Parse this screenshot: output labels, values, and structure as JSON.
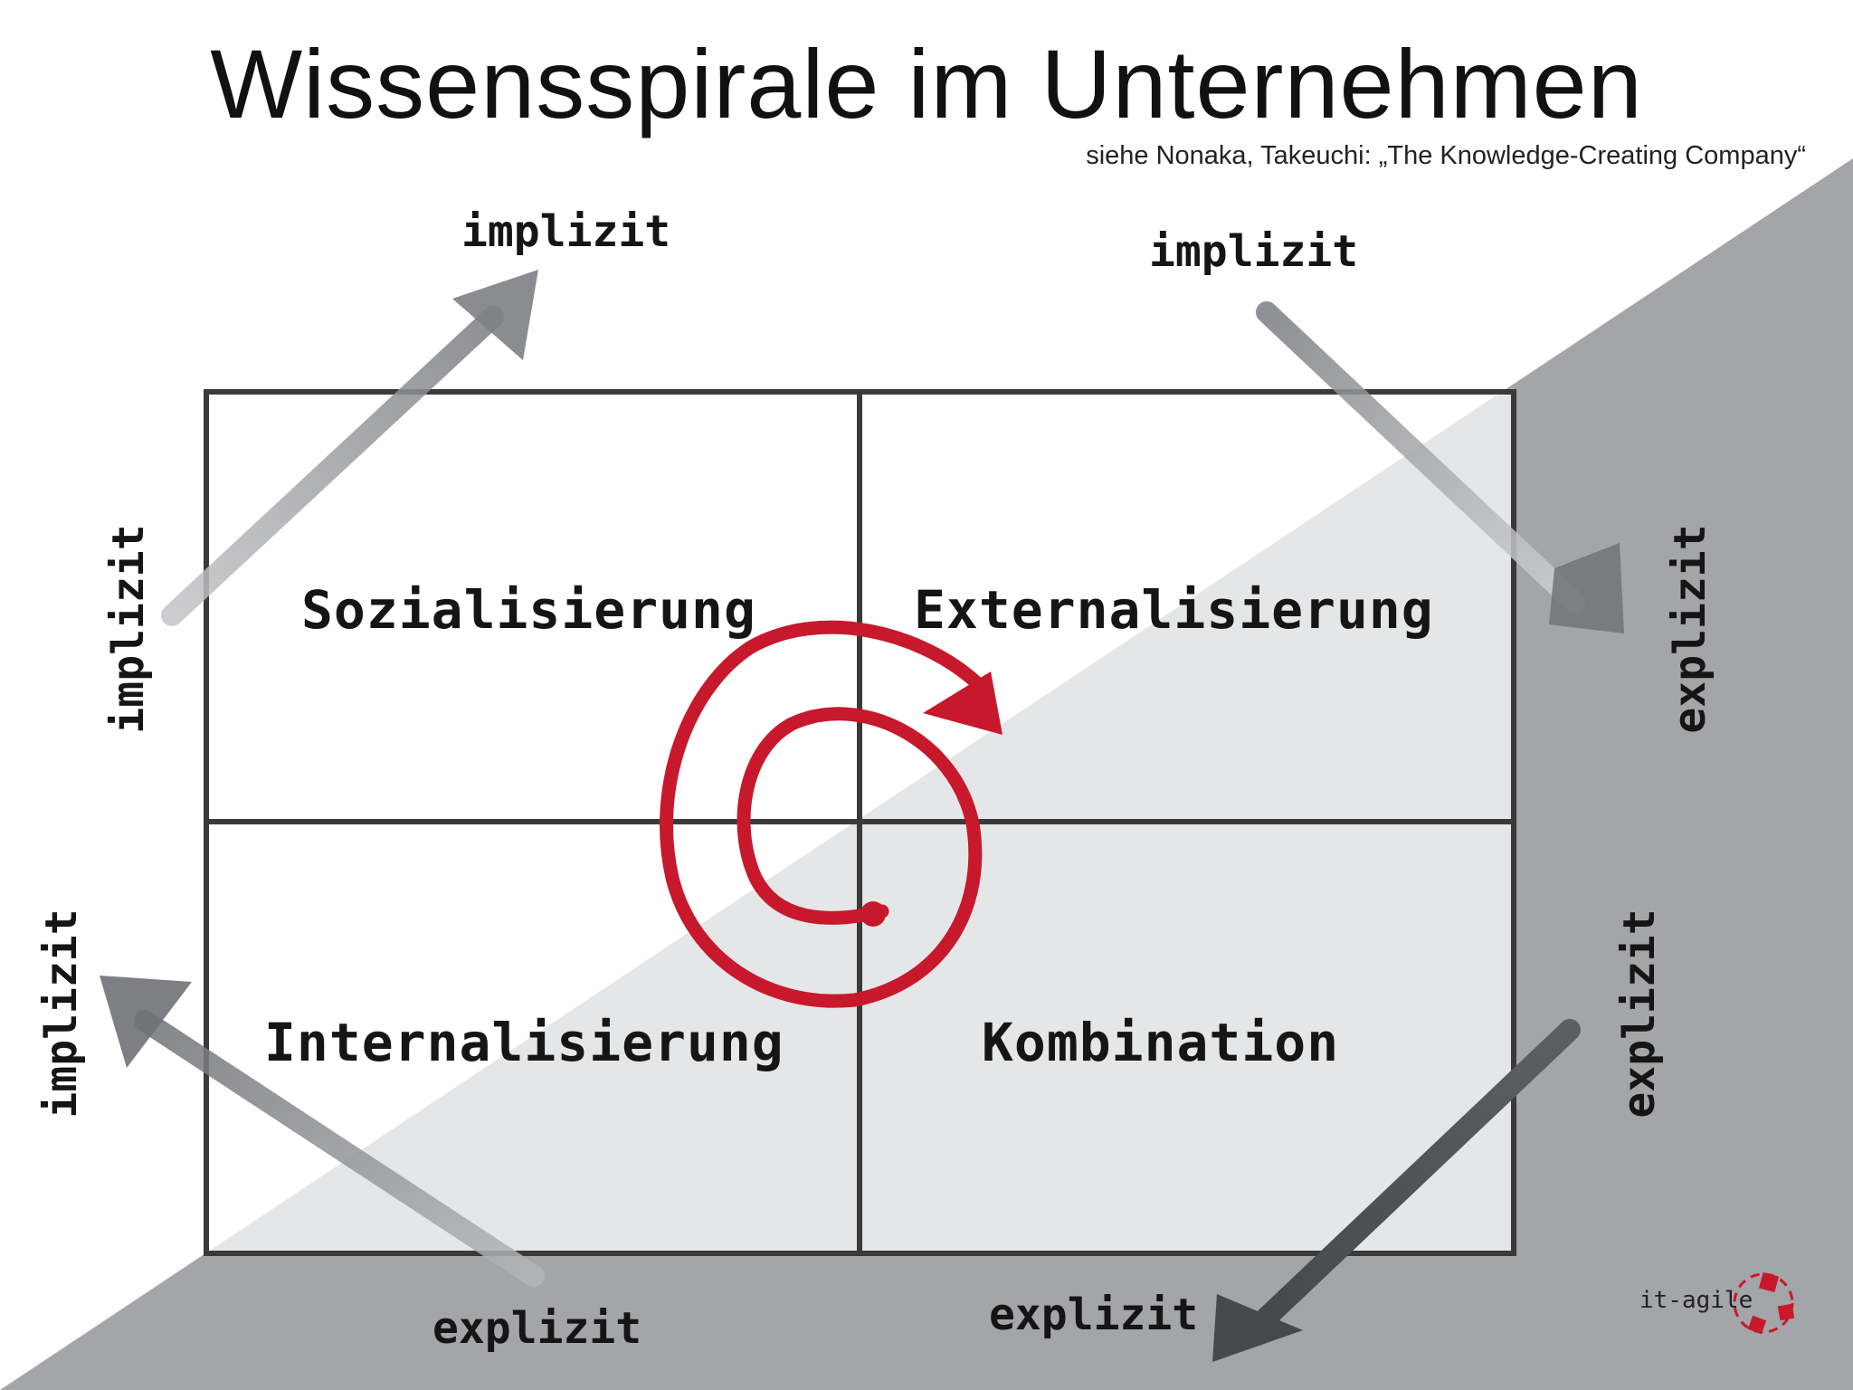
{
  "title": "Wissensspirale im Unternehmen",
  "subtitle": "siehe Nonaka, Takeuchi: „The Knowledge-Creating Company“",
  "quadrants": {
    "top_left": "Sozialisierung",
    "top_right": "Externalisierung",
    "bottom_left": "Internalisierung",
    "bottom_right": "Kombination"
  },
  "axis_labels": {
    "top_left_arrow": "implizit",
    "top_right_arrow": "implizit",
    "left_upper": "implizit",
    "left_lower": "implizit",
    "right_upper": "explizit",
    "right_lower": "explizit",
    "bottom_left_arrow": "explizit",
    "bottom_right_arrow": "explizit"
  },
  "logo": "it-agile",
  "colors": {
    "spiral": "#c8182c",
    "arrow_light": "#8a8c90",
    "arrow_dark": "#4d5055",
    "triangle_bg": "#a2a4a7",
    "grid": "#3a3a3a"
  }
}
